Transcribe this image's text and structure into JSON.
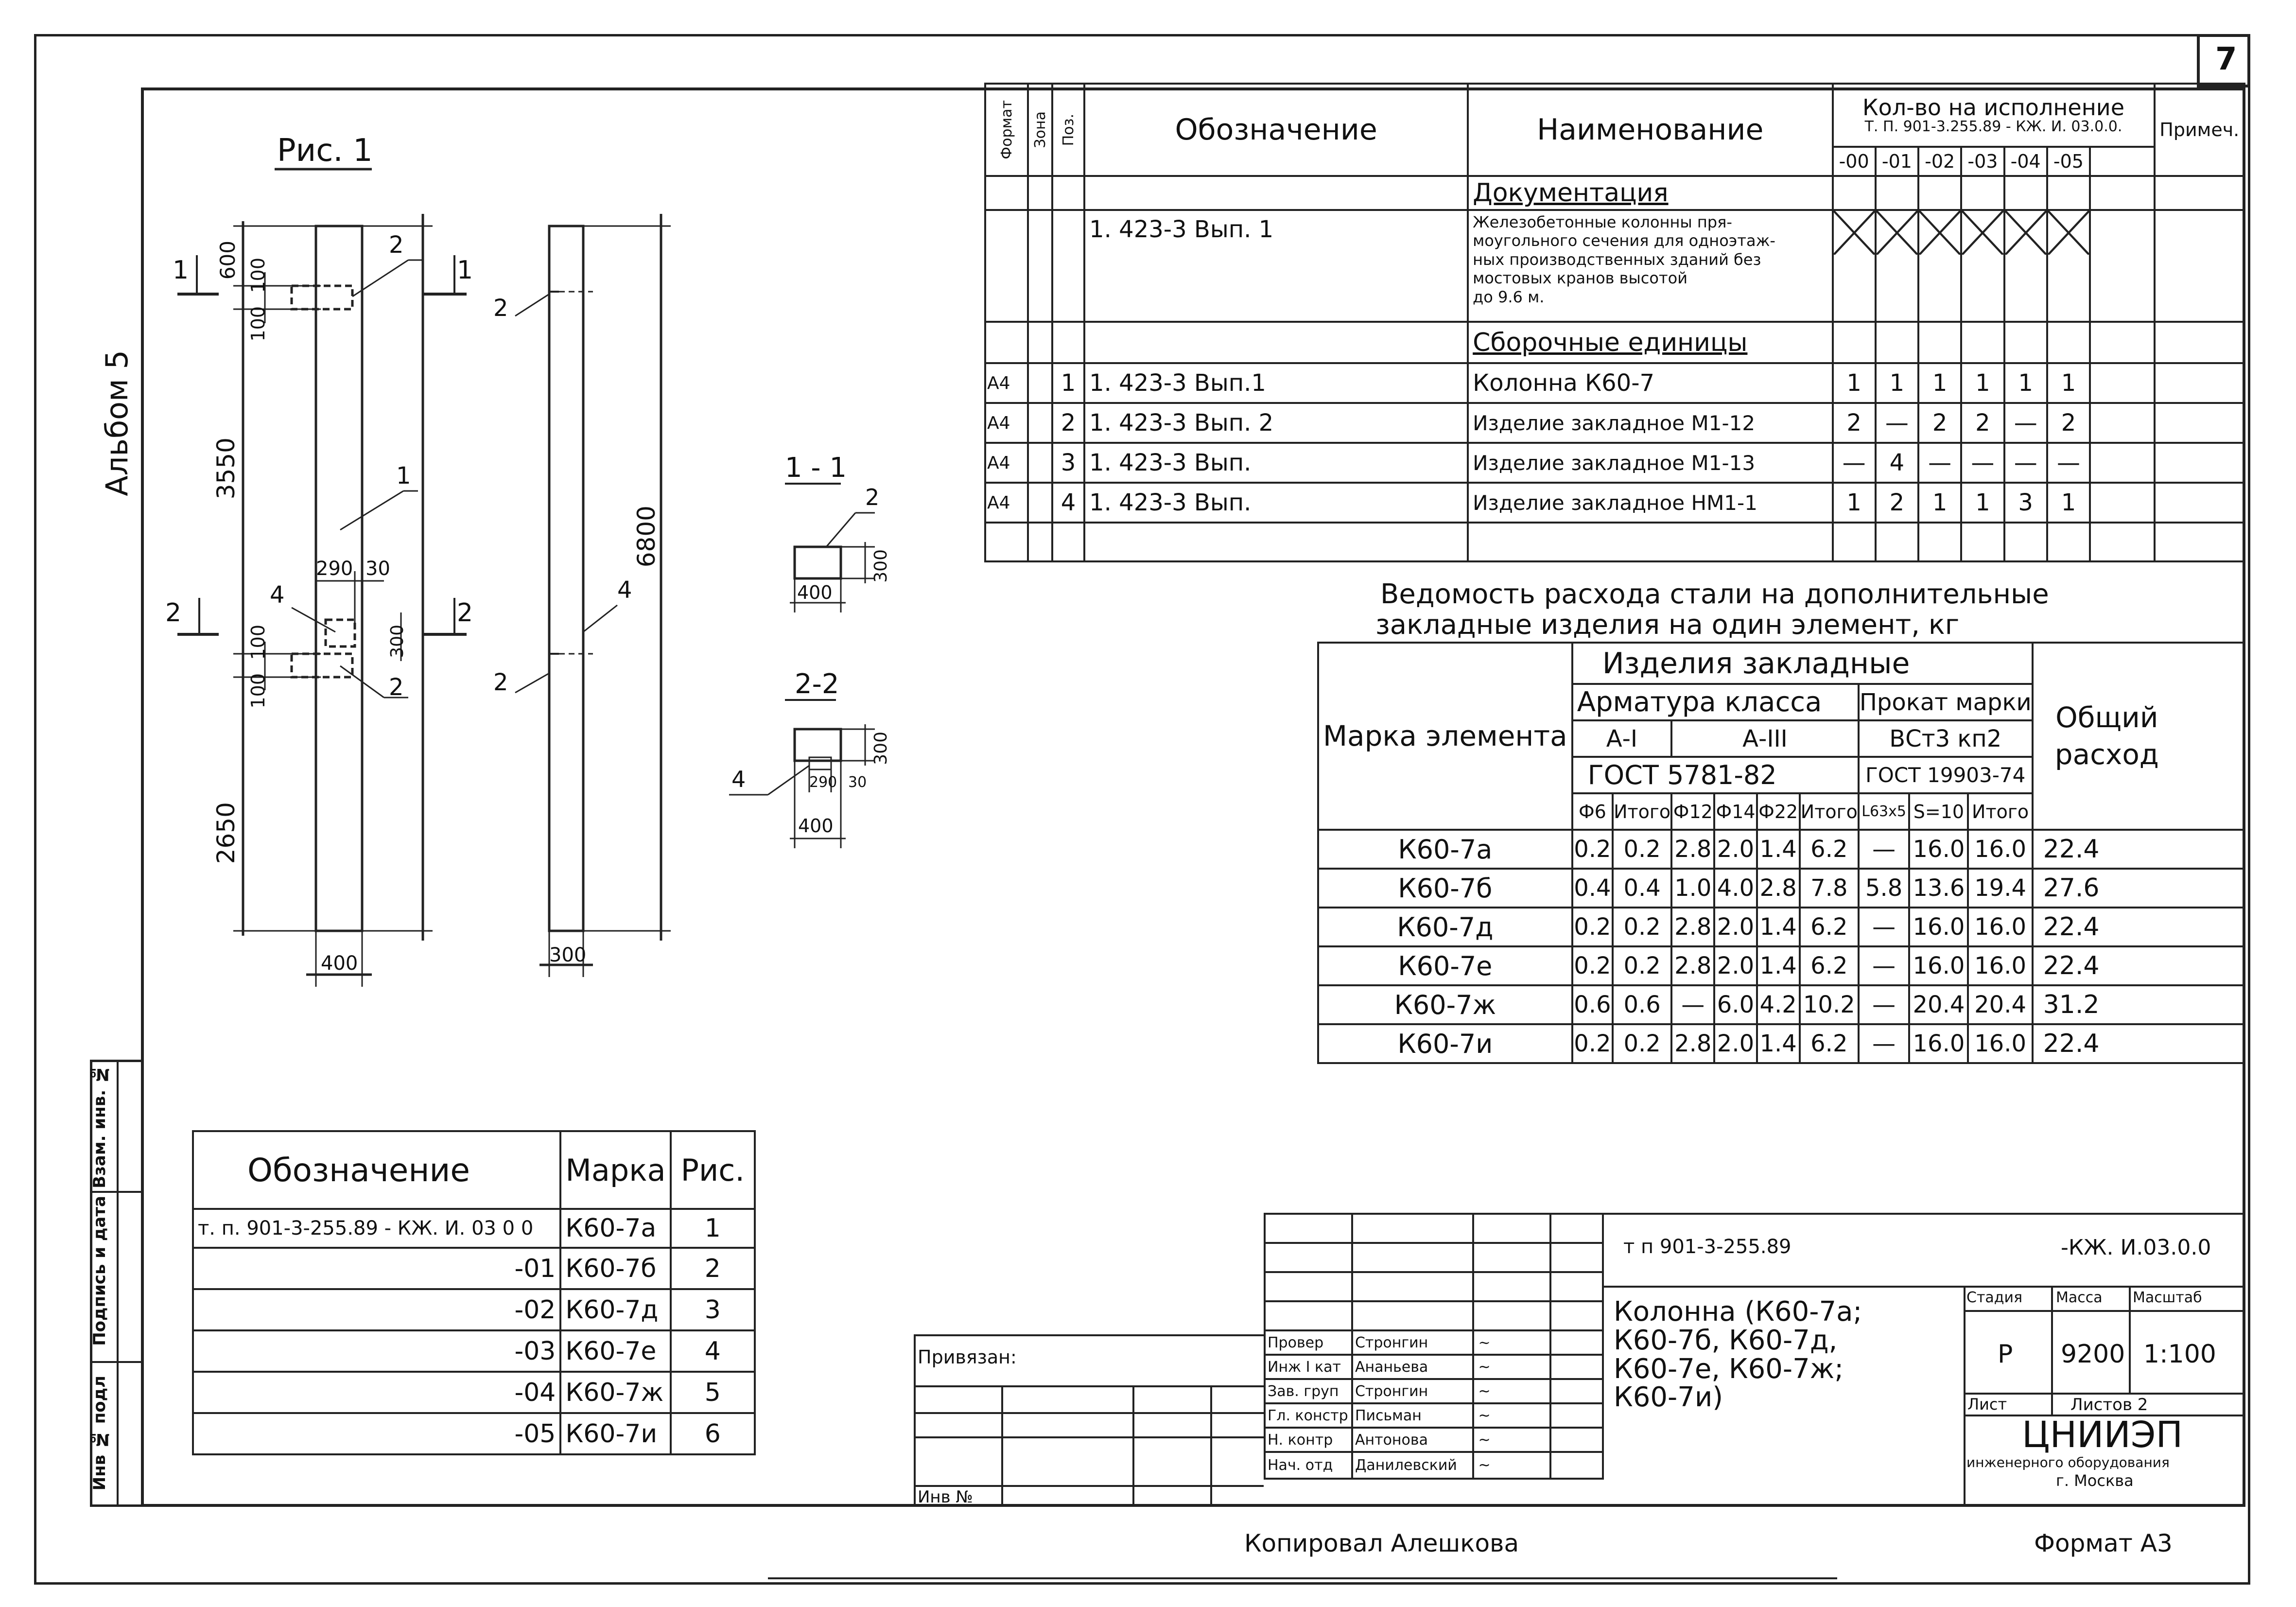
{
  "page_number": "7",
  "album": "Альбом 5",
  "fig_title": "Рис. 1",
  "dims": {
    "d600": "600",
    "d100a": "100",
    "d100b": "100",
    "d3550": "3550",
    "d290": "290",
    "d30": "30",
    "d300": "300",
    "d100c": "100",
    "d100d": "100",
    "d2650": "2650",
    "d400": "400",
    "d300b": "300",
    "d6800": "6800"
  },
  "section_marks": {
    "s1l": "1",
    "s1r": "1",
    "s2l": "2",
    "s2r": "2"
  },
  "leaders": {
    "p2a": "2",
    "p1": "1",
    "p4": "4",
    "p2b": "2",
    "p2c": "2",
    "p4b": "4",
    "p2d": "2"
  },
  "section_1_1": {
    "title": "1 - 1",
    "p2": "2",
    "w": "400",
    "h": "300"
  },
  "section_2_2": {
    "title": "2-2",
    "p4": "4",
    "w": "400",
    "h": "300",
    "d290": "290",
    "d30": "30"
  },
  "spec": {
    "headers": {
      "format": "Формат",
      "zone": "Зона",
      "pos": "Поз.",
      "designation": "Обозначение",
      "name": "Наименование",
      "qty": "Кол-во на исполнение",
      "qty_sub": "Т. П. 901-3.255.89 - КЖ. И. 03.0.0.",
      "note": "Примеч."
    },
    "variants": [
      "-00",
      "-01",
      "-02",
      "-03",
      "-04",
      "-05"
    ],
    "doc_section": "Документация",
    "doc_designation": "1. 423-3 Вып. 1",
    "doc_name_lines": [
      "Железобетонные колонны пря-",
      "моугольного сечения для одноэтаж-",
      "ных производственных зданий без",
      "мостовых кранов высотой",
      "до 9.6 м."
    ],
    "asm_section": "Сборочные единицы",
    "rows": [
      {
        "format": "А4",
        "pos": "1",
        "designation": "1. 423-3 Вып.1",
        "name": "Колонна К60-7",
        "q": [
          "1",
          "1",
          "1",
          "1",
          "1",
          "1"
        ]
      },
      {
        "format": "А4",
        "pos": "2",
        "designation": "1. 423-3 Вып. 2",
        "name": "Изделие закладное М1-12",
        "q": [
          "2",
          "—",
          "2",
          "2",
          "—",
          "2"
        ]
      },
      {
        "format": "А4",
        "pos": "3",
        "designation": "1. 423-3 Вып.",
        "name": "Изделие закладное М1-13",
        "q": [
          "—",
          "4",
          "—",
          "—",
          "—",
          "—"
        ]
      },
      {
        "format": "А4",
        "pos": "4",
        "designation": "1. 423-3 Вып.",
        "name": "Изделие закладное НМ1-1",
        "q": [
          "1",
          "2",
          "1",
          "1",
          "3",
          "1"
        ]
      }
    ]
  },
  "steel": {
    "title_l1": "Ведомость расхода стали на дополнительные",
    "title_l2": "закладные изделия на один элемент, кг",
    "h_mark": "Марка элемента",
    "h_items": "Изделия закладные",
    "h_rebar": "Арматура класса",
    "h_rolled": "Прокат марки",
    "h_total": "Общий расход",
    "h_a1": "А-I",
    "h_a3": "А-III",
    "h_vst": "ВСт3 кп2",
    "h_gost1": "ГОСТ 5781-82",
    "h_gost2": "ГОСТ 19903-74",
    "cols": [
      "Ф6",
      "Итого",
      "Ф12",
      "Ф14",
      "Ф22",
      "Итого",
      "L63х5",
      "S=10",
      "Итого"
    ],
    "rows": [
      {
        "mark": "К60-7а",
        "v": [
          "0.2",
          "0.2",
          "2.8",
          "2.0",
          "1.4",
          "6.2",
          "—",
          "16.0",
          "16.0"
        ],
        "total": "22.4"
      },
      {
        "mark": "К60-7б",
        "v": [
          "0.4",
          "0.4",
          "1.0",
          "4.0",
          "2.8",
          "7.8",
          "5.8",
          "13.6",
          "19.4"
        ],
        "total": "27.6"
      },
      {
        "mark": "К60-7д",
        "v": [
          "0.2",
          "0.2",
          "2.8",
          "2.0",
          "1.4",
          "6.2",
          "—",
          "16.0",
          "16.0"
        ],
        "total": "22.4"
      },
      {
        "mark": "К60-7е",
        "v": [
          "0.2",
          "0.2",
          "2.8",
          "2.0",
          "1.4",
          "6.2",
          "—",
          "16.0",
          "16.0"
        ],
        "total": "22.4"
      },
      {
        "mark": "К60-7ж",
        "v": [
          "0.6",
          "0.6",
          "—",
          "6.0",
          "4.2",
          "10.2",
          "—",
          "20.4",
          "20.4"
        ],
        "total": "31.2"
      },
      {
        "mark": "К60-7и",
        "v": [
          "0.2",
          "0.2",
          "2.8",
          "2.0",
          "1.4",
          "6.2",
          "—",
          "16.0",
          "16.0"
        ],
        "total": "22.4"
      }
    ]
  },
  "marks_table": {
    "h_des": "Обозначение",
    "h_mark": "Марка",
    "h_fig": "Рис.",
    "rows": [
      {
        "des": "т. п. 901-3-255.89 - КЖ. И. 03 0 0",
        "mark": "К60-7а",
        "fig": "1"
      },
      {
        "des": "-01",
        "mark": "К60-7б",
        "fig": "2"
      },
      {
        "des": "-02",
        "mark": "К60-7д",
        "fig": "3"
      },
      {
        "des": "-03",
        "mark": "К60-7е",
        "fig": "4"
      },
      {
        "des": "-04",
        "mark": "К60-7ж",
        "fig": "5"
      },
      {
        "des": "-05",
        "mark": "К60-7и",
        "fig": "6"
      }
    ]
  },
  "side_stamp": [
    "Инв № подл",
    "Подпись и дата",
    "Взам. инв. №"
  ],
  "title_block": {
    "doc_code": "т п 901-3-255.89",
    "doc_suffix": "-КЖ. И.03.0.0",
    "title_lines": [
      "Колонна (К60-7а;",
      "К60-7б, К60-7д,",
      "К60-7е, К60-7ж;",
      "К60-7и)"
    ],
    "stage_h": "Стадия",
    "mass_h": "Масса",
    "scale_h": "Масштаб",
    "stage": "Р",
    "mass": "9200",
    "scale": "1:100",
    "sheet": "Лист",
    "sheets": "Листов 2",
    "org": "ЦНИИЭП",
    "org_l2": "инженерного оборудования",
    "org_l3": "г. Москва",
    "linked": "Привязан:",
    "inv": "Инв №",
    "roles": [
      {
        "role": "Провер",
        "name": "Стронгин"
      },
      {
        "role": "Инж I кат",
        "name": "Ананьева"
      },
      {
        "role": "Зав. груп",
        "name": "Стронгин"
      },
      {
        "role": "Гл. констр",
        "name": "Письман"
      },
      {
        "role": "Н. контр",
        "name": "Антонова"
      },
      {
        "role": "Нач. отд",
        "name": "Данилевский"
      }
    ]
  },
  "footer_copied": "Копировал Алешкова",
  "footer_format": "Формат А3"
}
